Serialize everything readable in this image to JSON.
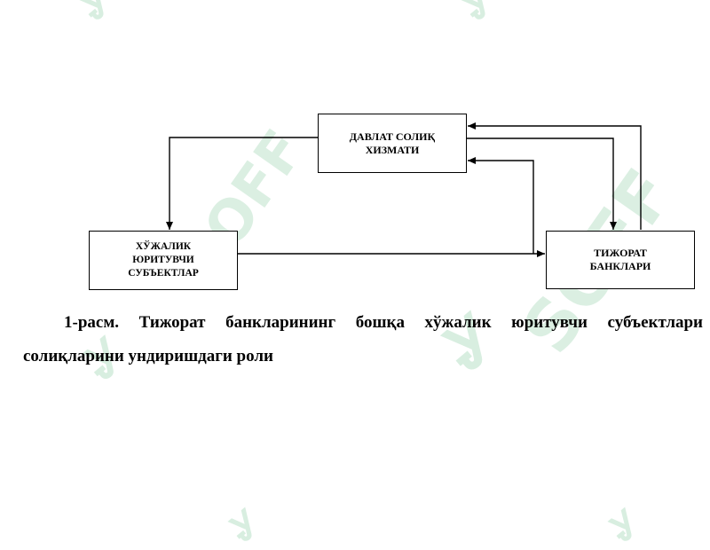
{
  "diagram": {
    "boxes": {
      "tax_service": {
        "lines": [
          "ДАВЛАТ СОЛИҚ",
          "ХИЗМАТИ"
        ]
      },
      "business_entities": {
        "lines": [
          "ХЎЖАЛИК",
          "ЮРИТУВЧИ",
          "СУБЪЕКТЛАР"
        ]
      },
      "commercial_banks": {
        "lines": [
          "ТИЖОРАТ",
          "БАНКЛАРИ"
        ]
      }
    },
    "caption": "1-расм. Тижорат банкларининг бошқа хўжалик юритувчи субъектлари солиқларини ундиришдаги роли"
  },
  "watermark": {
    "text": "SOFF"
  },
  "colors": {
    "line": "#000000",
    "watermark": "#cfead9"
  }
}
